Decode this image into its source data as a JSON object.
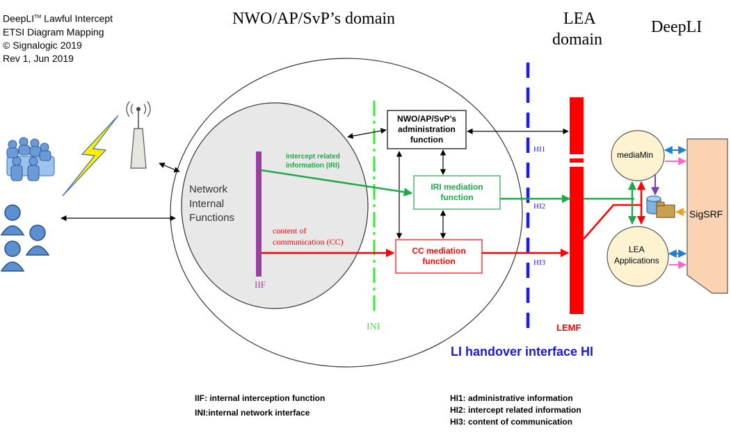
{
  "header": {
    "line1_brand": "DeepLI",
    "line1_tm": "TM",
    "line1_rest": " Lawful Intercept",
    "line2": "ETSI Diagram Mapping",
    "line3": "© Signalogic 2019",
    "line4": "Rev 1, Jun 2019"
  },
  "domains": {
    "nwo": "NWO/AP/SvP’s domain",
    "lea_line1": "LEA",
    "lea_line2": "domain",
    "deepli": "DeepLI"
  },
  "network": {
    "line1": "Network",
    "line2": "Internal",
    "line3": "Functions"
  },
  "labels": {
    "iri_line1": "intercept related",
    "iri_line2": "information (IRI)",
    "cc_line1": "content of",
    "cc_line2": "communication (CC)",
    "iif": "IIF",
    "ini": "INI",
    "lemf": "LEMF",
    "hi1": "HI1",
    "hi2": "HI2",
    "hi3": "HI3",
    "handover": "LI handover interface HI"
  },
  "boxes": {
    "admin_line1": "NWO/AP/SvP’s",
    "admin_line2": "administration",
    "admin_line3": "function",
    "iri_line1": "IRI mediation",
    "iri_line2": "function",
    "cc_line1": "CC mediation",
    "cc_line2": "function",
    "mediamin": "mediaMin",
    "lea_line1": "LEA",
    "lea_line2": "Applications",
    "sigsrf": "SigSRF"
  },
  "legend": {
    "iif": "IIF: internal interception function",
    "ini": "INI:internal network interface",
    "hi1": "HI1: administrative information",
    "hi2": "HI2: intercept related information",
    "hi3": "HI3: content of communication"
  },
  "colors": {
    "green": "#1ea84a",
    "red": "#ff0000",
    "purple": "#9b3fa0",
    "blue": "#1a1aff",
    "lime": "#33ee33",
    "node_fill": "#fdf3d0",
    "sigsrf_fill": "#fbd3b3"
  }
}
